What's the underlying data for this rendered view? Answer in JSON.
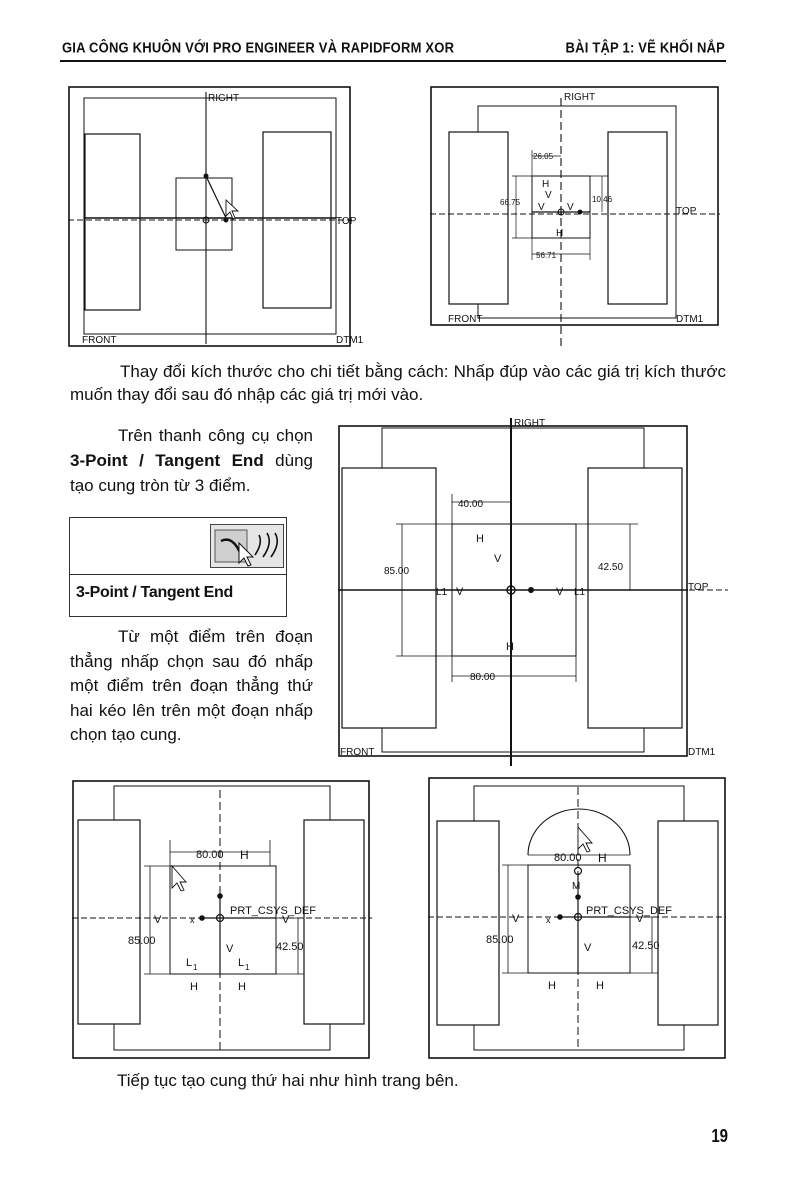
{
  "header": {
    "left": "GIA CÔNG KHUÔN VỚI PRO ENGINEER VÀ RAPIDFORM XOR",
    "right": "BÀI TẬP 1: VẼ KHỐI NẮP"
  },
  "figures": {
    "fig1": {
      "right": "RIGHT",
      "top": "TOP",
      "front": "FRONT",
      "dtm": "DTM1"
    },
    "fig2": {
      "right": "RIGHT",
      "top": "TOP",
      "front": "FRONT",
      "dtm": "DTM1",
      "d1": "26.05",
      "d2": "66.75",
      "d3": "10.46",
      "d4": "56.71"
    },
    "fig3": {
      "right": "RIGHT",
      "top": "TOP",
      "front": "FRONT",
      "dtm": "DTM1",
      "d1": "40.00",
      "d2": "85.00",
      "d3": "42.50",
      "d4": "80.00"
    },
    "fig4": {
      "d1": "80.00",
      "d2": "85.00",
      "d3": "42.50",
      "csys": "PRT_CSYS_DEF"
    },
    "fig5": {
      "d1": "80.00",
      "d2": "85.00",
      "d3": "42.50",
      "csys": "PRT_CSYS_DEF"
    },
    "marks": {
      "h": "H",
      "v": "V",
      "l1": "L1",
      "l": "L",
      "sub1": "1",
      "x": "x",
      "m": "M"
    }
  },
  "paragraphs": {
    "p1": "Thay đổi kích thước cho chi tiết bằng cách: Nhấp đúp vào các giá trị kích thước muốn thay đổi sau đó nhập các giá trị mới vào.",
    "p2_pre": "Trên thanh công cụ chọn ",
    "p2_bold": "3-Point / Tangent End",
    "p2_post": " dùng tạo cung tròn từ 3 điểm.",
    "p3": "Từ một điểm trên đoạn thẳng nhấp chọn sau đó nhấp một điểm trên đoạn thẳng thứ hai kéo lên trên một đoạn nhấp chọn tạo cung.",
    "p4": "Tiếp tục tạo cung thứ hai như hình trang bên."
  },
  "toolbar": {
    "label": "3-Point / Tangent End",
    "icon": "arc-tool-icon"
  },
  "page_number": "19"
}
